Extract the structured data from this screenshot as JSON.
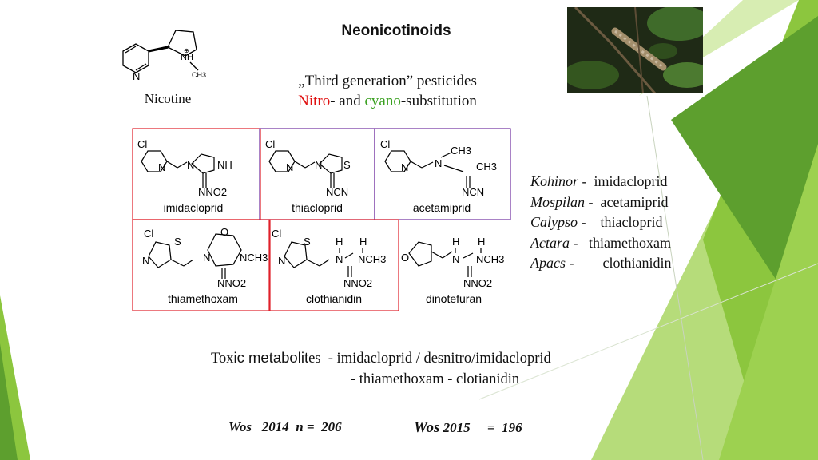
{
  "slide": {
    "title": "Neonicotinoids",
    "subtitle_line1": "„Third generation” pesticides",
    "subtitle_nitro": "Nitro",
    "subtitle_mid": "- and ",
    "subtitle_cyano": "cyano",
    "subtitle_end": "-substitution",
    "nicotine_label": "Nicotine",
    "nicotine_atoms": {
      "n_ring": "N",
      "nh_plus": "NH",
      "plus": "⊕",
      "methyl": "CH3"
    }
  },
  "molecules": [
    {
      "name": "imidacloprid"
    },
    {
      "name": "thiacloprid"
    },
    {
      "name": "acetamiprid"
    },
    {
      "name": "thiamethoxam"
    },
    {
      "name": "clothianidin"
    },
    {
      "name": "dinotefuran"
    }
  ],
  "atoms": {
    "cl": "Cl",
    "n": "N",
    "nh": "NH",
    "s": "S",
    "o": "O",
    "h": "H",
    "no2": "NNO2",
    "ncn": "NCN",
    "ch3": "CH3",
    "nch3": "NCH3"
  },
  "brands": [
    {
      "brand": "Kohinor",
      "sep": " -  ",
      "compound": "imidacloprid"
    },
    {
      "brand": "Mospilan",
      "sep": " -  ",
      "compound": "acetamiprid"
    },
    {
      "brand": "Calypso",
      "sep": " -    ",
      "compound": "thiacloprid"
    },
    {
      "brand": "Actara",
      "sep": " -   ",
      "compound": "thiamethoxam"
    },
    {
      "brand": "Apacs",
      "sep": " -        ",
      "compound": "clothianidin"
    }
  ],
  "toxic": {
    "word1_a": "Tox",
    "word1_b": "ic ",
    "word2_a": "metabolit",
    "word2_b": "es",
    "line1_rest": "  - imidacloprid / desnitro/imidacloprid",
    "line2": "- thiamethoxam - clotianidin"
  },
  "wos": {
    "left": "Wos   2014  n =  206",
    "right_label": "Wos",
    "right_rest": " 2015     =  196"
  },
  "colors": {
    "red_frame": "#e0202a",
    "purple_frame": "#7030a0",
    "green_a": "#8dc63f",
    "green_b": "#5aa02c"
  }
}
